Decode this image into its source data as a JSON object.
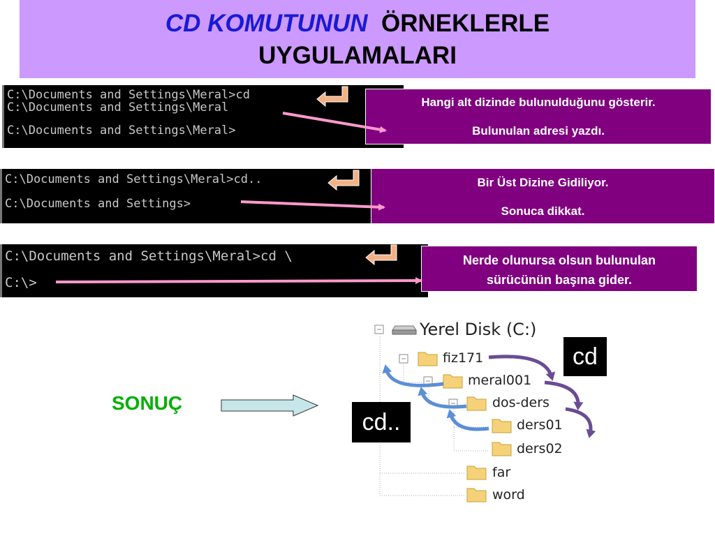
{
  "title": {
    "line1_italic": "CD KOMUTUNUN",
    "line1_rest": "ÖRNEKLERLE",
    "line2": "UYGULAMALARI"
  },
  "examples": [
    {
      "console": [
        "C:\\Documents and Settings\\Meral>cd",
        "C:\\Documents and Settings\\Meral",
        "C:\\Documents and Settings\\Meral>"
      ],
      "note": [
        "Hangi alt dizinde bulunulduğunu gösterir.",
        "Bulunulan adresi yazdı."
      ]
    },
    {
      "console": [
        "C:\\Documents and Settings\\Meral>cd..",
        "C:\\Documents and Settings>"
      ],
      "note": [
        "Bir Üst Dizine Gidiliyor.",
        "Sonuca dikkat."
      ]
    },
    {
      "console": [
        "C:\\Documents and Settings\\Meral>cd \\",
        "C:\\>"
      ],
      "note": [
        "Nerde olunursa olsun bulunulan",
        "sürücünün başına gider."
      ]
    }
  ],
  "result_label": "SONUÇ",
  "tree": {
    "root": "Yerel Disk (C:)",
    "items": [
      "fiz171",
      "meral001",
      "dos-ders",
      "ders01",
      "ders02",
      "far",
      "word"
    ]
  },
  "labels": {
    "cd": "cd",
    "cd_up": "cd.."
  },
  "colors": {
    "title_bg": "#cc99ff",
    "note_bg": "#800080",
    "arrow_pink": "#ff99cc",
    "enter_orange": "#f4b183",
    "result_green": "#00b000"
  }
}
